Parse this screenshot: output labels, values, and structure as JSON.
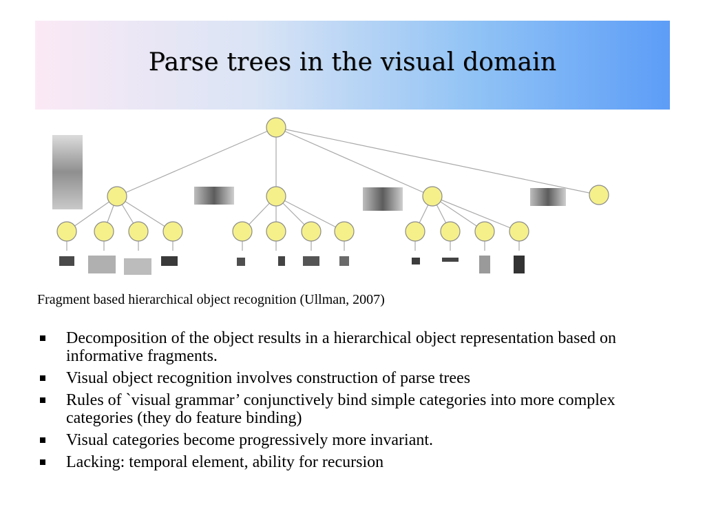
{
  "slide": {
    "title": "Parse trees in the visual domain",
    "caption": "Fragment based hierarchical object recognition (Ullman, 2007)",
    "bullets": [
      "Decomposition of the object results in a hierarchical object representation based on informative fragments.",
      "Visual object recognition involves construction of parse trees",
      "Rules of `visual grammar’ conjunctively bind simple categories into more complex categories (they do feature binding)",
      "Visual categories become progressively more invariant.",
      "Lacking: temporal element, ability for recursion"
    ]
  },
  "colors": {
    "node_fill": "#f5f08a",
    "node_stroke": "#8a8a8a",
    "edge": "#a8a8a8",
    "title_gradient_start": "#fbe9f5",
    "title_gradient_end": "#5d9df7"
  },
  "tree": {
    "root": "root",
    "children": [
      {
        "node": "level1-a",
        "children": [
          "leaf-1",
          "leaf-2",
          "leaf-3",
          "leaf-4"
        ]
      },
      {
        "node": "level1-b",
        "children": [
          "leaf-5",
          "leaf-6",
          "leaf-7",
          "leaf-8"
        ]
      },
      {
        "node": "level1-c",
        "children": [
          "leaf-9",
          "leaf-10",
          "leaf-11",
          "leaf-12"
        ]
      },
      {
        "node": "level1-d",
        "children": []
      }
    ]
  }
}
